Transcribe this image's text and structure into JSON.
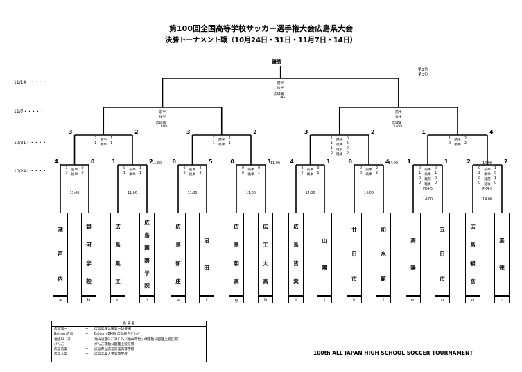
{
  "title": "第100回全国高等学校サッカー選手権大会広島県大会",
  "subtitle": "決勝トーナメント戦（10月24日・31日・11月7日・14日）",
  "champion_label": "優勝",
  "runner_up_label": "第2位",
  "third_label": "第3位",
  "dates": [
    "11/14・・・・・",
    "11/7・・・・・",
    "10/31・・・・・",
    "10/24・・・・・"
  ],
  "footer": "100th ALL JAPAN HIGH SCHOOL SOCCER TOURNAMENT",
  "teams": [
    {
      "name": "瀬戸内",
      "letter": "a"
    },
    {
      "name": "銀河学院",
      "letter": "b"
    },
    {
      "name": "広島県工",
      "letter": "c"
    },
    {
      "name": "広島国際学院",
      "letter": "d"
    },
    {
      "name": "広島新庄",
      "letter": "e"
    },
    {
      "name": "沼田",
      "letter": "f"
    },
    {
      "name": "広島朝高",
      "letter": "g"
    },
    {
      "name": "広工大高",
      "letter": "h"
    },
    {
      "name": "広島皆実",
      "letter": "i"
    },
    {
      "name": "山陽",
      "letter": "j"
    },
    {
      "name": "廿日市",
      "letter": "k"
    },
    {
      "name": "如水館",
      "letter": "l"
    },
    {
      "name": "高陽",
      "letter": "m"
    },
    {
      "name": "五日市",
      "letter": "n"
    },
    {
      "name": "広島観音",
      "letter": "o"
    },
    {
      "name": "崇徳",
      "letter": "p"
    }
  ],
  "r1": [
    {
      "ls": "4",
      "rs": "0",
      "lp": [
        "1",
        "3"
      ],
      "rp": [
        "0",
        "0"
      ],
      "labels": [
        "前半",
        "後半"
      ],
      "time": "11:00"
    },
    {
      "ls": "1",
      "rs": "2",
      "lp": [
        "0",
        "1"
      ],
      "rp": [
        "1",
        "1"
      ],
      "labels": [
        "前半",
        "後半"
      ],
      "time": "11:00"
    },
    {
      "ls": "0",
      "rs": "5",
      "lp": [
        "0",
        "0"
      ],
      "rp": [
        "2",
        "3"
      ],
      "labels": [
        "前半",
        "後半"
      ],
      "time": "11:00"
    },
    {
      "ls": "0",
      "rs": "1",
      "lp": [
        "0",
        "0"
      ],
      "rp": [
        "0",
        "1"
      ],
      "labels": [
        "前半",
        "後半"
      ],
      "time": "11:00"
    },
    {
      "ls": "4",
      "rs": "1",
      "lp": [
        "2",
        "2"
      ],
      "rp": [
        "0",
        "1"
      ],
      "labels": [
        "前半",
        "後半"
      ],
      "time": "14:00"
    },
    {
      "ls": "0",
      "rs": "4",
      "lp": [
        "0",
        "0"
      ],
      "rp": [
        "2",
        "2"
      ],
      "labels": [
        "前半",
        "後半"
      ],
      "time": "14:00"
    },
    {
      "ls": "1",
      "rs": "1",
      "lp": [
        "0",
        "1",
        "0",
        "0"
      ],
      "rp": [
        "0",
        "1",
        "0",
        "0"
      ],
      "labels": [
        "前半",
        "後半",
        "延前",
        "延後"
      ],
      "pk": "PK4-5",
      "time": "14:00"
    },
    {
      "ls": "2",
      "rs": "2",
      "lp": [
        "0",
        "2",
        "0",
        "0"
      ],
      "rp": [
        "1",
        "0",
        "1",
        "0"
      ],
      "labels": [
        "前半",
        "後半",
        "延前",
        "延後"
      ],
      "pk": "PK4-3",
      "time": "14:00"
    }
  ],
  "r2": [
    {
      "ls": "3",
      "rs": "2",
      "lp": [
        "2",
        "1"
      ],
      "rp": [
        "1",
        "1"
      ],
      "labels": [
        "前半",
        "後半"
      ],
      "time": "11:00"
    },
    {
      "ls": "3",
      "rs": "2",
      "lp": [
        "2",
        "1"
      ],
      "rp": [
        "1",
        "1"
      ],
      "labels": [
        "前半",
        "後半"
      ],
      "time": "11:00"
    },
    {
      "ls": "3",
      "rs": "2",
      "lp": [
        "1",
        "1",
        "1",
        "0"
      ],
      "rp": [
        "0",
        "2",
        "0",
        "0"
      ],
      "labels": [
        "前半",
        "後半",
        "延前",
        "延後"
      ],
      "time": "14:00"
    },
    {
      "ls": "1",
      "rs": "4",
      "lp": [
        "1",
        "0"
      ],
      "rp": [
        "2",
        "2"
      ],
      "labels": [
        "前半",
        "後半"
      ],
      "time": "14:00"
    }
  ],
  "semis": [
    {
      "labels": [
        "前半",
        "後半"
      ],
      "venue": "広域第一",
      "time": "11:00"
    },
    {
      "labels": [
        "前半",
        "後半"
      ],
      "venue": "広域第一",
      "time": "14:00"
    }
  ],
  "final": {
    "labels": [
      "前半",
      "後半"
    ],
    "venue": "広域第一",
    "time": "11:45"
  },
  "legend": {
    "header": "会 場 名",
    "rows": [
      {
        "short": "広域第一",
        "sep": "---",
        "full": "広島広域公園第一球技場"
      },
      {
        "short": "Balcom広島",
        "sep": "---",
        "full": "Balcom BMW 広島総合ｸﾞﾗﾝﾄﾞ"
      },
      {
        "short": "福通ローズ",
        "sep": "---",
        "full": "福山通運ﾛｰｽﾞｽﾀｼﾞｱﾑ（福山市竹ヶ端運動公園陸上競技場）"
      },
      {
        "short": "びんご",
        "sep": "---",
        "full": "びんご運動公園陸上競技場"
      },
      {
        "short": "広島皆実",
        "sep": "---",
        "full": "広島県立広島皆実高等学校"
      },
      {
        "short": "広工大高",
        "sep": "---",
        "full": "広島工業大学高等学校"
      }
    ]
  }
}
